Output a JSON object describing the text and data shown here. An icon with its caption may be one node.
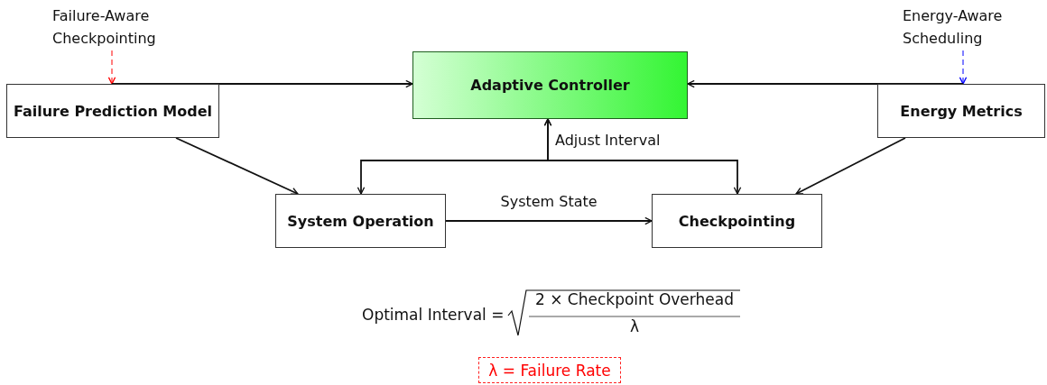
{
  "diagram": {
    "nodes": [
      {
        "text": [
          "Failure-Aware Checkpointing"
        ]
      },
      {
        "text": [
          "Energy-Aware Scheduling"
        ]
      },
      {
        "text": [
          "Failure Prediction Model"
        ]
      },
      {
        "text": [
          "Adaptive Controller"
        ]
      },
      {
        "text": [
          "Energy Metrics"
        ]
      },
      {
        "text": [
          "System Operation"
        ]
      },
      {
        "text": [
          "Checkpointing"
        ]
      },
      {
        "text": [
          "λ = Failure Rate"
        ]
      }
    ],
    "edges": [
      {
        "from": 0,
        "to": 2,
        "arrow": "to",
        "style": "dashed",
        "color": "#ff0000"
      },
      {
        "from": 1,
        "to": 4,
        "arrow": "to",
        "style": "dashed",
        "color": "#0000ff"
      },
      {
        "from": 2,
        "to": 3,
        "arrow": "to"
      },
      {
        "from": 4,
        "to": 3,
        "arrow": "to"
      },
      {
        "from": 2,
        "to": 5,
        "arrow": "to"
      },
      {
        "from": 4,
        "to": 6,
        "arrow": "to"
      },
      {
        "from": 5,
        "to": 6,
        "arrow": "to",
        "label": "System State"
      },
      {
        "from": 3,
        "to": 5,
        "arrow": "both",
        "label": "Adjust Interval"
      },
      {
        "from": 3,
        "to": 6,
        "arrow": "both"
      }
    ],
    "labels": [
      "Optimal Interval =",
      "2 × Checkpoint Overhead",
      "λ"
    ]
  }
}
